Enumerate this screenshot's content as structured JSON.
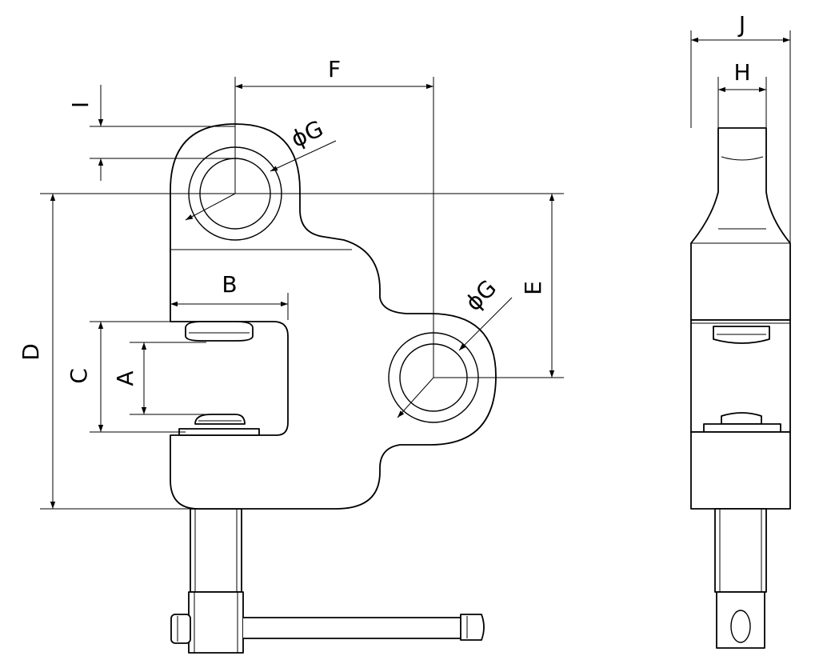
{
  "dimensions": {
    "A": "A",
    "B": "B",
    "C": "C",
    "D": "D",
    "E": "E",
    "F": "F",
    "G1": "ϕG",
    "G2": "ϕG",
    "H": "H",
    "I": "I",
    "J": "J"
  },
  "colors": {
    "line": "#000000",
    "background": "#ffffff"
  }
}
